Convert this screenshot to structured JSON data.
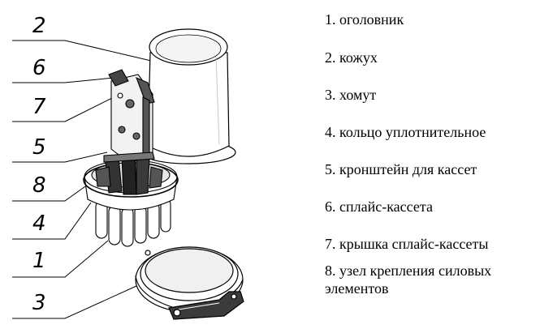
{
  "callouts": [
    "2",
    "6",
    "7",
    "5",
    "8",
    "4",
    "1",
    "3"
  ],
  "legend": [
    "1. оголовник",
    "2. кожух",
    "3. хомут",
    "4. кольцо уплотнительное",
    "5. кронштейн для кассет",
    "6. сплайс-кассета",
    "7. крышка сплайс-кассеты",
    "8. узел крепления силовых элементов"
  ]
}
